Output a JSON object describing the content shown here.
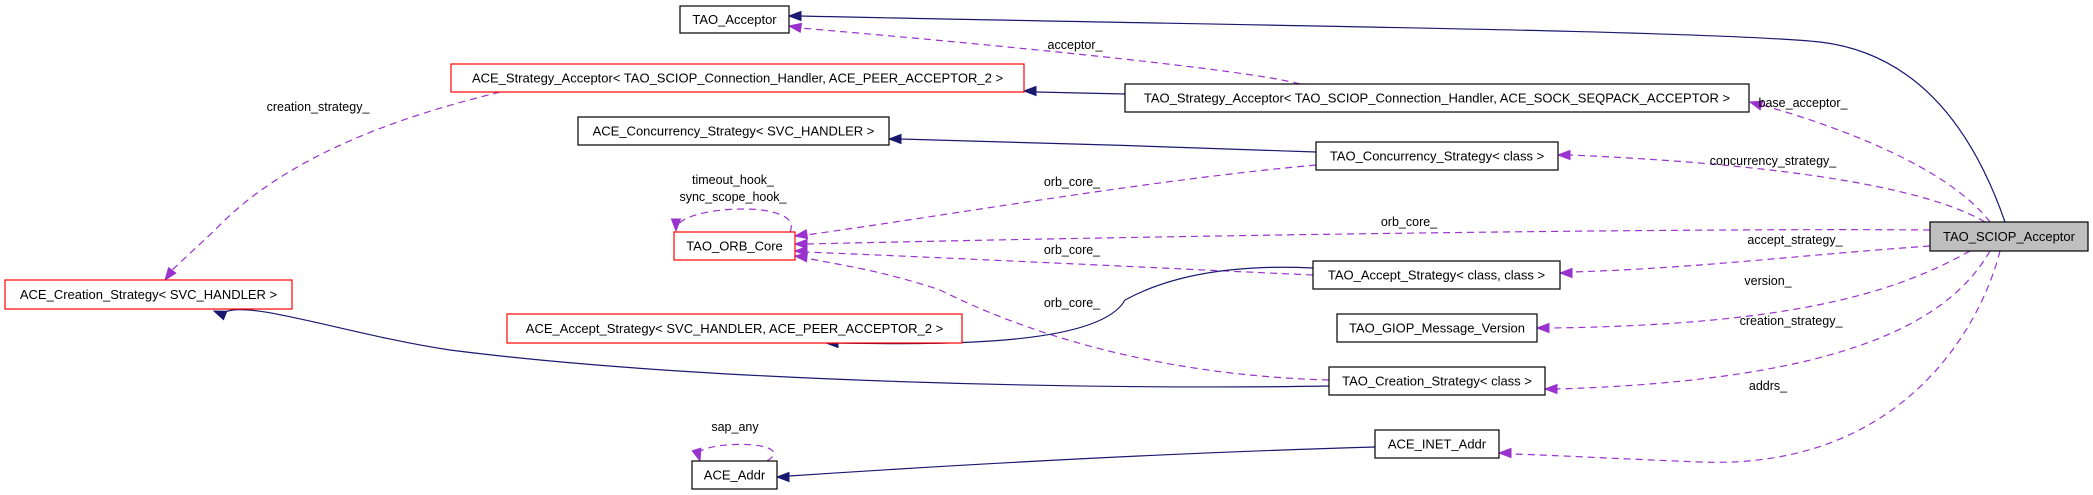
{
  "diagram": {
    "title": "Collaboration graph for TAO_SCIOP_Acceptor",
    "colors": {
      "inheritance_edge": "#191970",
      "usage_edge": "#9a32cd",
      "root_fill": "#bfbfbf",
      "truncated_border": "#ff0000",
      "normal_border": "#000000"
    },
    "nodes": [
      {
        "id": "tao_sciop_acceptor",
        "label": "TAO_SCIOP_Acceptor",
        "style": "root"
      },
      {
        "id": "tao_acceptor",
        "label": "TAO_Acceptor",
        "style": "normal"
      },
      {
        "id": "ace_strategy_acceptor",
        "label": "ACE_Strategy_Acceptor< TAO_SCIOP_Connection_Handler, ACE_PEER_ACCEPTOR_2 >",
        "style": "truncated"
      },
      {
        "id": "tao_strategy_acceptor",
        "label": "TAO_Strategy_Acceptor< TAO_SCIOP_Connection_Handler, ACE_SOCK_SEQPACK_ACCEPTOR >",
        "style": "normal"
      },
      {
        "id": "ace_concurrency_strategy",
        "label": "ACE_Concurrency_Strategy< SVC_HANDLER >",
        "style": "normal"
      },
      {
        "id": "tao_concurrency_strategy",
        "label": "TAO_Concurrency_Strategy< class >",
        "style": "normal"
      },
      {
        "id": "tao_orb_core",
        "label": "TAO_ORB_Core",
        "style": "truncated"
      },
      {
        "id": "ace_creation_strategy",
        "label": "ACE_Creation_Strategy< SVC_HANDLER >",
        "style": "truncated"
      },
      {
        "id": "tao_accept_strategy",
        "label": "TAO_Accept_Strategy< class, class >",
        "style": "normal"
      },
      {
        "id": "ace_accept_strategy",
        "label": "ACE_Accept_Strategy< SVC_HANDLER, ACE_PEER_ACCEPTOR_2 >",
        "style": "truncated"
      },
      {
        "id": "tao_giop_message_version",
        "label": "TAO_GIOP_Message_Version",
        "style": "normal"
      },
      {
        "id": "tao_creation_strategy",
        "label": "TAO_Creation_Strategy< class >",
        "style": "normal"
      },
      {
        "id": "ace_inet_addr",
        "label": "ACE_INET_Addr",
        "style": "normal"
      },
      {
        "id": "ace_addr",
        "label": "ACE_Addr",
        "style": "normal"
      }
    ],
    "edges": [
      {
        "id": "e1",
        "from": "tao_sciop_acceptor",
        "to": "tao_acceptor",
        "kind": "inheritance",
        "label": ""
      },
      {
        "id": "e2",
        "from": "tao_strategy_acceptor",
        "to": "tao_acceptor",
        "kind": "usage",
        "label": "acceptor_"
      },
      {
        "id": "e3",
        "from": "tao_strategy_acceptor",
        "to": "ace_strategy_acceptor",
        "kind": "inheritance",
        "label": ""
      },
      {
        "id": "e4",
        "from": "ace_strategy_acceptor",
        "to": "ace_creation_strategy",
        "kind": "usage",
        "label": "creation_strategy_"
      },
      {
        "id": "e5",
        "from": "tao_sciop_acceptor",
        "to": "tao_strategy_acceptor",
        "kind": "usage",
        "label": "base_acceptor_"
      },
      {
        "id": "e6",
        "from": "tao_concurrency_strategy",
        "to": "ace_concurrency_strategy",
        "kind": "inheritance",
        "label": ""
      },
      {
        "id": "e7",
        "from": "tao_sciop_acceptor",
        "to": "tao_concurrency_strategy",
        "kind": "usage",
        "label": "concurrency_strategy_"
      },
      {
        "id": "e8",
        "from": "tao_concurrency_strategy",
        "to": "tao_orb_core",
        "kind": "usage",
        "label": "orb_core_"
      },
      {
        "id": "e9",
        "from": "tao_orb_core",
        "to": "tao_orb_core",
        "kind": "usage",
        "label": "timeout_hook_\nsync_scope_hook_"
      },
      {
        "id": "e10",
        "from": "tao_sciop_acceptor",
        "to": "tao_orb_core",
        "kind": "usage",
        "label": "orb_core_"
      },
      {
        "id": "e11",
        "from": "tao_accept_strategy",
        "to": "tao_orb_core",
        "kind": "usage",
        "label": "orb_core_"
      },
      {
        "id": "e12",
        "from": "tao_creation_strategy",
        "to": "tao_orb_core",
        "kind": "usage",
        "label": "orb_core_"
      },
      {
        "id": "e13",
        "from": "tao_sciop_acceptor",
        "to": "tao_accept_strategy",
        "kind": "usage",
        "label": "accept_strategy_"
      },
      {
        "id": "e14",
        "from": "tao_accept_strategy",
        "to": "ace_accept_strategy",
        "kind": "inheritance",
        "label": ""
      },
      {
        "id": "e15",
        "from": "tao_sciop_acceptor",
        "to": "tao_giop_message_version",
        "kind": "usage",
        "label": "version_"
      },
      {
        "id": "e16",
        "from": "tao_creation_strategy",
        "to": "ace_creation_strategy",
        "kind": "inheritance",
        "label": ""
      },
      {
        "id": "e17",
        "from": "tao_sciop_acceptor",
        "to": "tao_creation_strategy",
        "kind": "usage",
        "label": "creation_strategy_"
      },
      {
        "id": "e18",
        "from": "tao_sciop_acceptor",
        "to": "ace_inet_addr",
        "kind": "usage",
        "label": "addrs_"
      },
      {
        "id": "e19",
        "from": "ace_inet_addr",
        "to": "ace_addr",
        "kind": "inheritance",
        "label": ""
      },
      {
        "id": "e20",
        "from": "ace_addr",
        "to": "ace_addr",
        "kind": "usage",
        "label": "sap_any"
      }
    ]
  }
}
